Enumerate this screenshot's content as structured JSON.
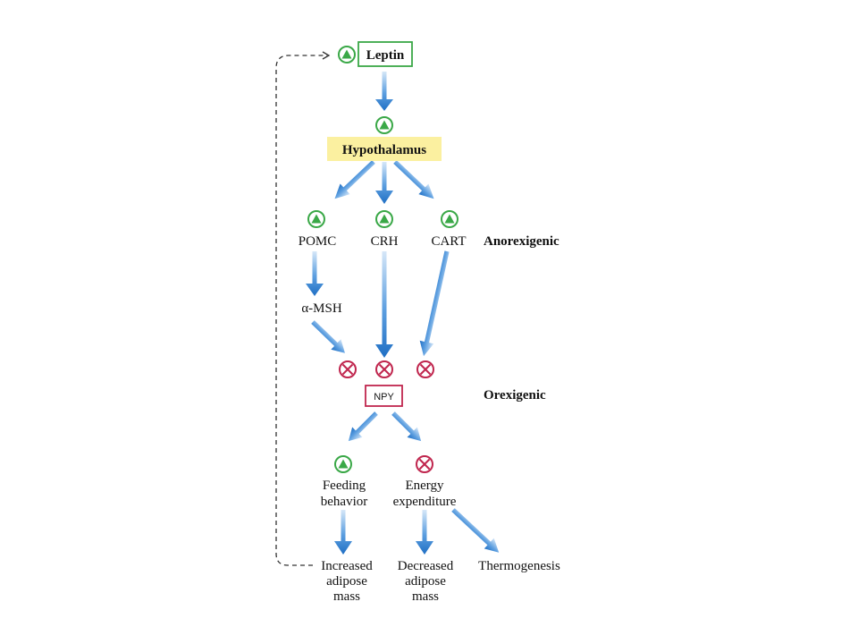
{
  "colors": {
    "stimulate": "#3aa847",
    "inhibit": "#c0264e",
    "arrow": "#1f6fc4",
    "arrow_light": "#d6e7f8",
    "hypothalamus_bg": "#fbf0a0",
    "dashed": "#333333"
  },
  "icons": {
    "stimulate": "green-triangle-in-circle",
    "inhibit": "red-x-in-circle"
  },
  "nodes": {
    "leptin": "Leptin",
    "hypothalamus": "Hypothalamus",
    "pomc": "POMC",
    "crh": "CRH",
    "cart": "CART",
    "msh": "α-MSH",
    "npy": "NPY",
    "feeding_1": "Feeding",
    "feeding_2": "behavior",
    "energy_1": "Energy",
    "energy_2": "expenditure",
    "increased_1": "Increased",
    "increased_2": "adipose",
    "increased_3": "mass",
    "decreased_1": "Decreased",
    "decreased_2": "adipose",
    "decreased_3": "mass",
    "thermogenesis": "Thermogenesis"
  },
  "categories": {
    "anorexigenic": "Anorexigenic",
    "orexigenic": "Orexigenic"
  }
}
